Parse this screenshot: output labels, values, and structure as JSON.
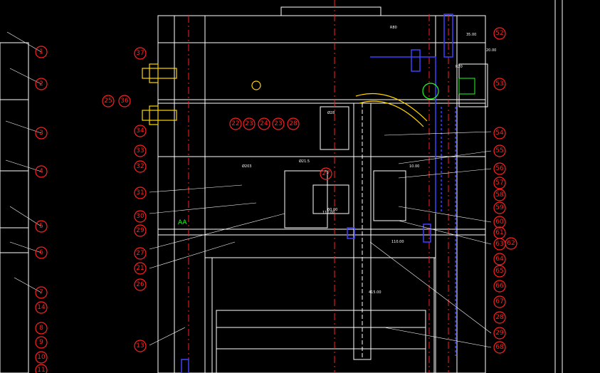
{
  "drawing": {
    "colors": {
      "background": "#000000",
      "outline": "#ffffff",
      "balloon": "#ff2020",
      "centerline": "#ff2020",
      "cooling": "#4040ff",
      "hot_runner": "#ffd400",
      "note": "#20ff20"
    },
    "green_note": "AA",
    "left_balloons": [
      "1",
      "2",
      "3",
      "4",
      "5",
      "6",
      "7",
      "14",
      "8",
      "9",
      "10",
      "11"
    ],
    "center_balloons": [
      "37",
      "25",
      "36",
      "34",
      "33",
      "32",
      "31",
      "30",
      "29",
      "27",
      "21",
      "26",
      "13",
      "22",
      "23",
      "24",
      "23",
      "28",
      "27"
    ],
    "right_balloons": [
      "52",
      "53",
      "54",
      "55",
      "56",
      "57",
      "58",
      "59",
      "60",
      "61",
      "62",
      "63",
      "64",
      "65",
      "66",
      "67",
      "28",
      "29",
      "68"
    ],
    "dims": [
      "Ø203",
      "Ø21.5",
      "Ø28",
      "415.00",
      "R80",
      "35.00",
      "20.00",
      "10.00",
      "110.00",
      "60.00",
      "R20",
      "110.00"
    ]
  }
}
